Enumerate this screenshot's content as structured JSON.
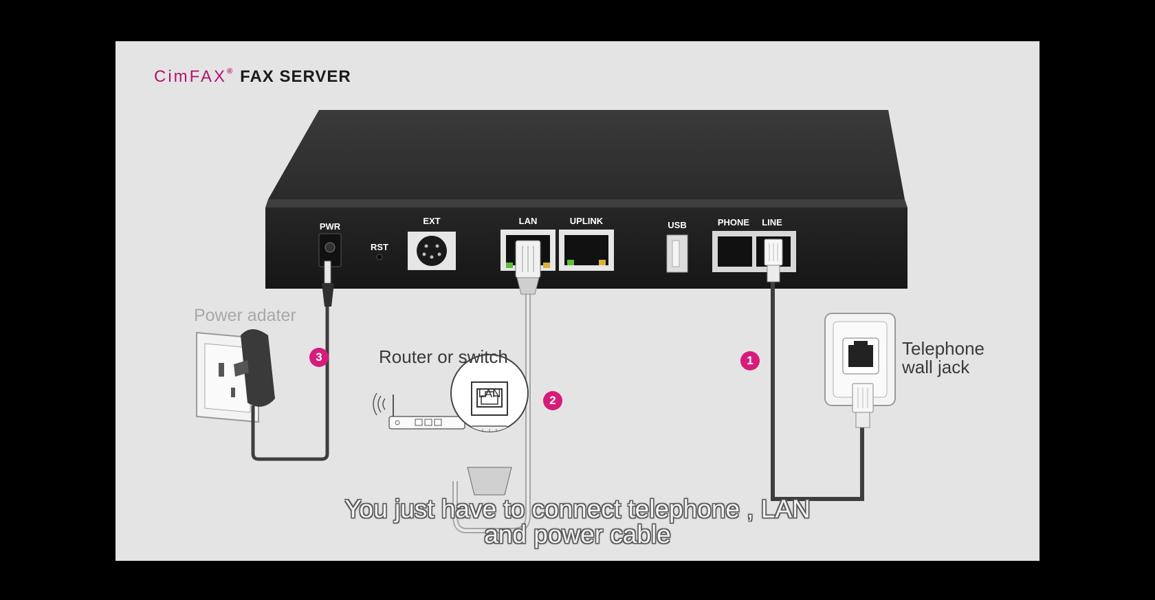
{
  "brand": {
    "name": "CimFAX",
    "registered": "®",
    "product": "FAX SERVER"
  },
  "device": {
    "port_labels": {
      "pwr": "PWR",
      "rst": "RST",
      "ext": "EXT",
      "lan": "LAN",
      "uplink": "UPLINK",
      "usb": "USB",
      "phone": "PHONE",
      "line": "LINE"
    }
  },
  "callouts": {
    "power": "Power adater",
    "router": "Router or switch",
    "router_port": "LAN",
    "wall_jack_line1": "Telephone",
    "wall_jack_line2": "wall jack"
  },
  "steps": [
    "1",
    "2",
    "3"
  ],
  "caption": {
    "line1": "You just have to  connect telephone , LAN",
    "line2": "and power cable"
  },
  "colors": {
    "accent": "#d61c7a",
    "brand": "#b0136f",
    "device": "#2e2e2e",
    "background": "#e4e4e4"
  }
}
